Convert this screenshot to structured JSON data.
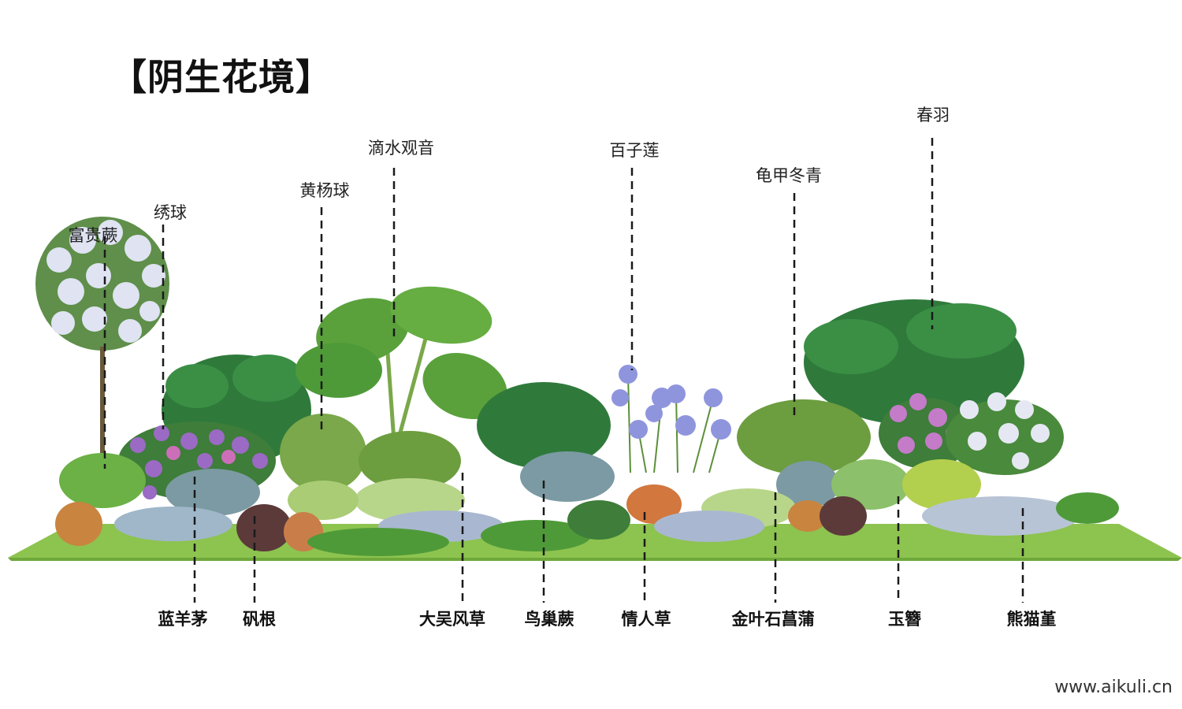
{
  "title": "【阴生花境】",
  "watermark": "www.aikuli.cn",
  "colors": {
    "ground": "#8dc34f",
    "ground_edge": "#6fa83a",
    "leader": "#1a1a1a"
  },
  "labels_top": [
    {
      "id": "fuguijue",
      "text": "富贵蕨"
    },
    {
      "id": "xiuqiu",
      "text": "绣球"
    },
    {
      "id": "huangyangqiu",
      "text": "黄杨球"
    },
    {
      "id": "dishuiguanyin",
      "text": "滴水观音"
    },
    {
      "id": "baizilian",
      "text": "百子莲"
    },
    {
      "id": "guijiadongqing",
      "text": "龟甲冬青"
    },
    {
      "id": "chunyu",
      "text": "春羽"
    }
  ],
  "labels_bottom": [
    {
      "id": "lanyangmao",
      "text": "蓝羊茅"
    },
    {
      "id": "fangen",
      "text": "矾根"
    },
    {
      "id": "dawufengcao",
      "text": "大吴风草"
    },
    {
      "id": "niaochaojue",
      "text": "鸟巢蕨"
    },
    {
      "id": "qingrencao",
      "text": "情人草"
    },
    {
      "id": "jinyeshichangpu",
      "text": "金叶石菖蒲"
    },
    {
      "id": "yuzan",
      "text": "玉簪"
    },
    {
      "id": "xiongmaojin",
      "text": "熊猫堇"
    }
  ]
}
